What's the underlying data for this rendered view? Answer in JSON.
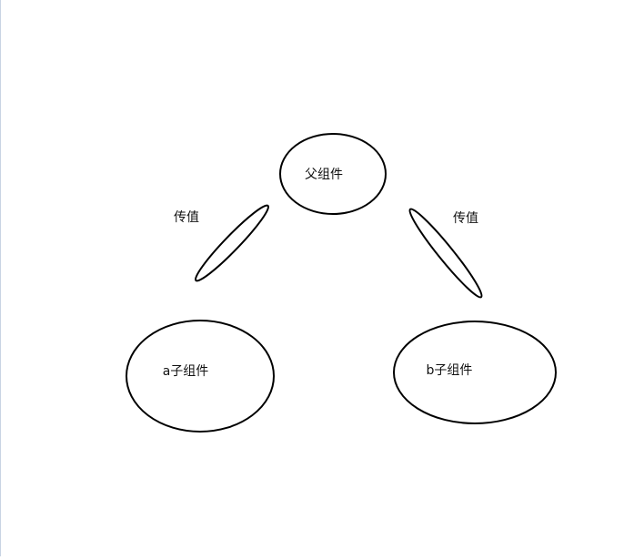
{
  "diagram": {
    "nodes": {
      "parent": {
        "label": "父组件"
      },
      "child_a": {
        "label": "a子组件"
      },
      "child_b": {
        "label": "b子组件"
      }
    },
    "edges": {
      "left": {
        "label": "传值"
      },
      "right": {
        "label": "传值"
      }
    }
  },
  "colors": {
    "stroke": "#000000",
    "text": "#111111",
    "background": "#ffffff",
    "page_edge": "#c8d4e3"
  }
}
